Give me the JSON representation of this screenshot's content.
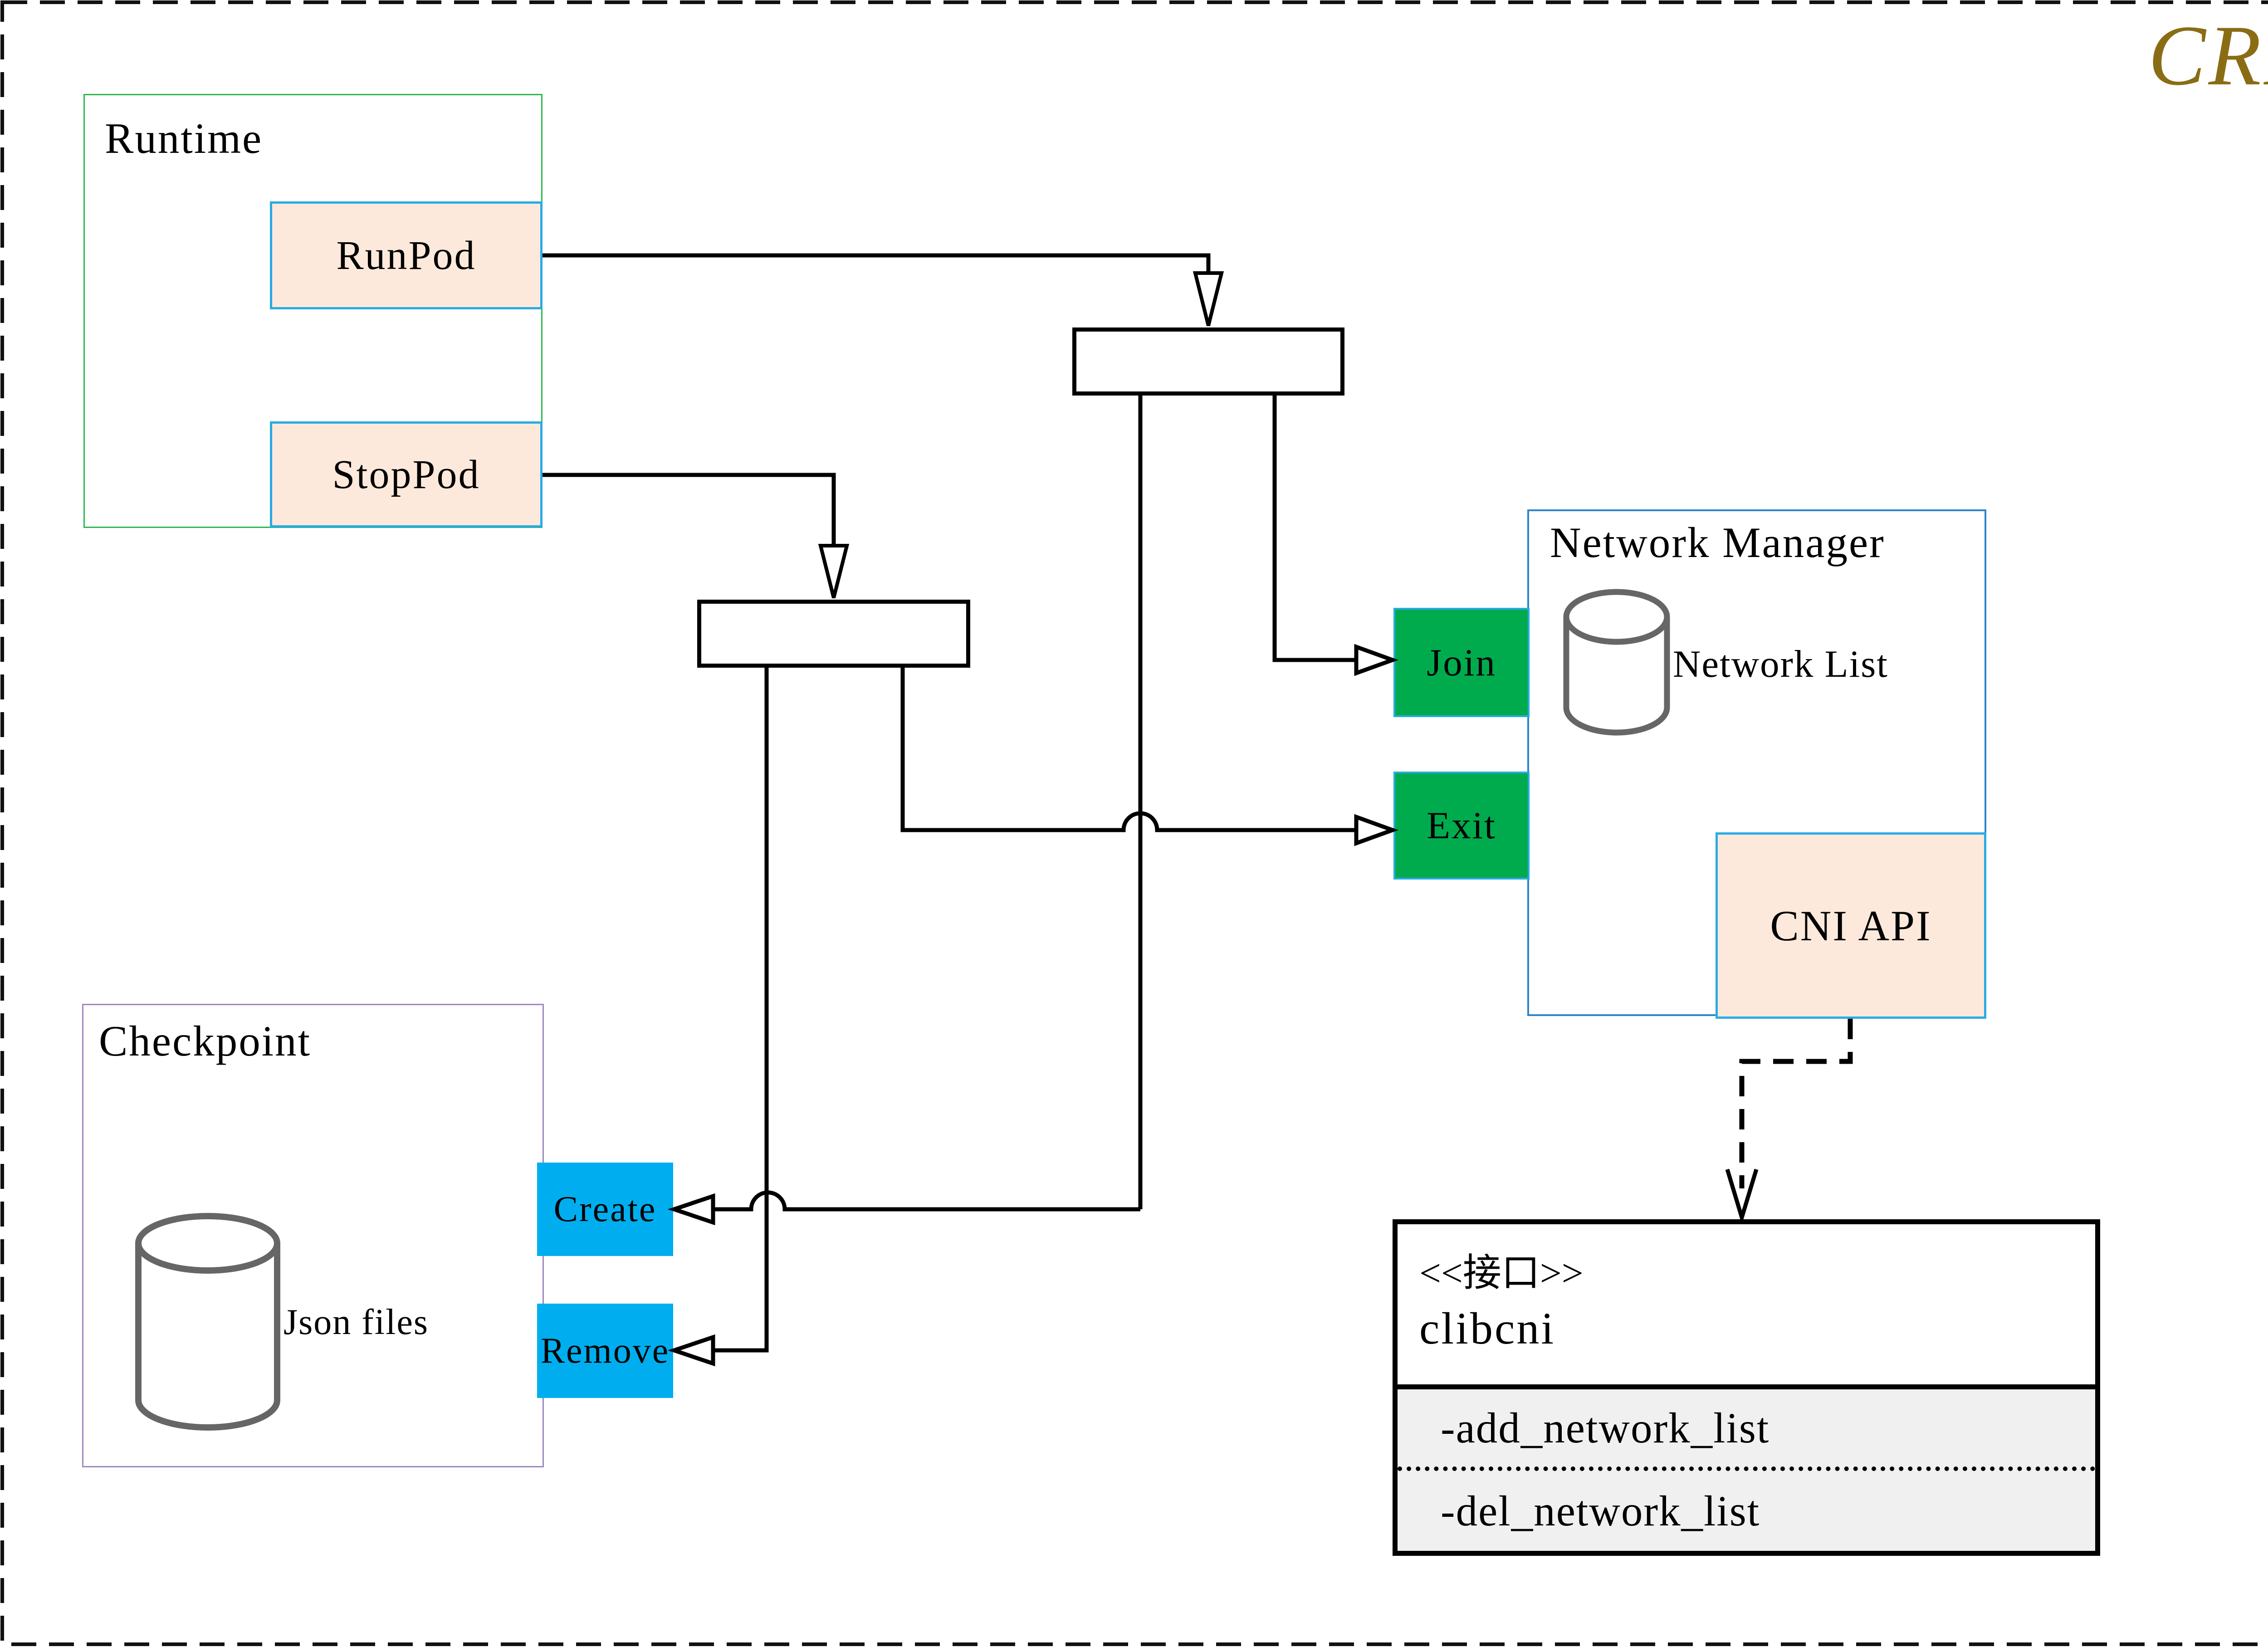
{
  "page": {
    "title": "CRI"
  },
  "colors": {
    "title_text": "#8a6c15",
    "peach_fill": "#fce9dc",
    "chip_border_cyan": "#29abe2",
    "green_fill": "#00ab4e",
    "blue_fill": "#00aeef",
    "runtime_border": "#2db84f",
    "network_manager_border": "#2e86c8",
    "checkpoint_border": "#9c88c0",
    "interface_section_fill": "#f0f0f0",
    "connector": "#000000",
    "database_icon_stroke": "#666666"
  },
  "runtime": {
    "title": "Runtime",
    "operations": [
      {
        "label": "RunPod"
      },
      {
        "label": "StopPod"
      }
    ]
  },
  "network_manager": {
    "title": "Network Manager",
    "database_label": "Network List",
    "operations": [
      {
        "label": "Join"
      },
      {
        "label": "Exit"
      }
    ],
    "api_label": "CNI API"
  },
  "checkpoint": {
    "title": "Checkpoint",
    "database_label": "Json files",
    "operations": [
      {
        "label": "Create"
      },
      {
        "label": "Remove"
      }
    ]
  },
  "cni_interface": {
    "stereotype": "<<接口>>",
    "name": "clibcni",
    "methods": [
      {
        "label": "-add_network_list"
      },
      {
        "label": "-del_network_list"
      }
    ]
  }
}
